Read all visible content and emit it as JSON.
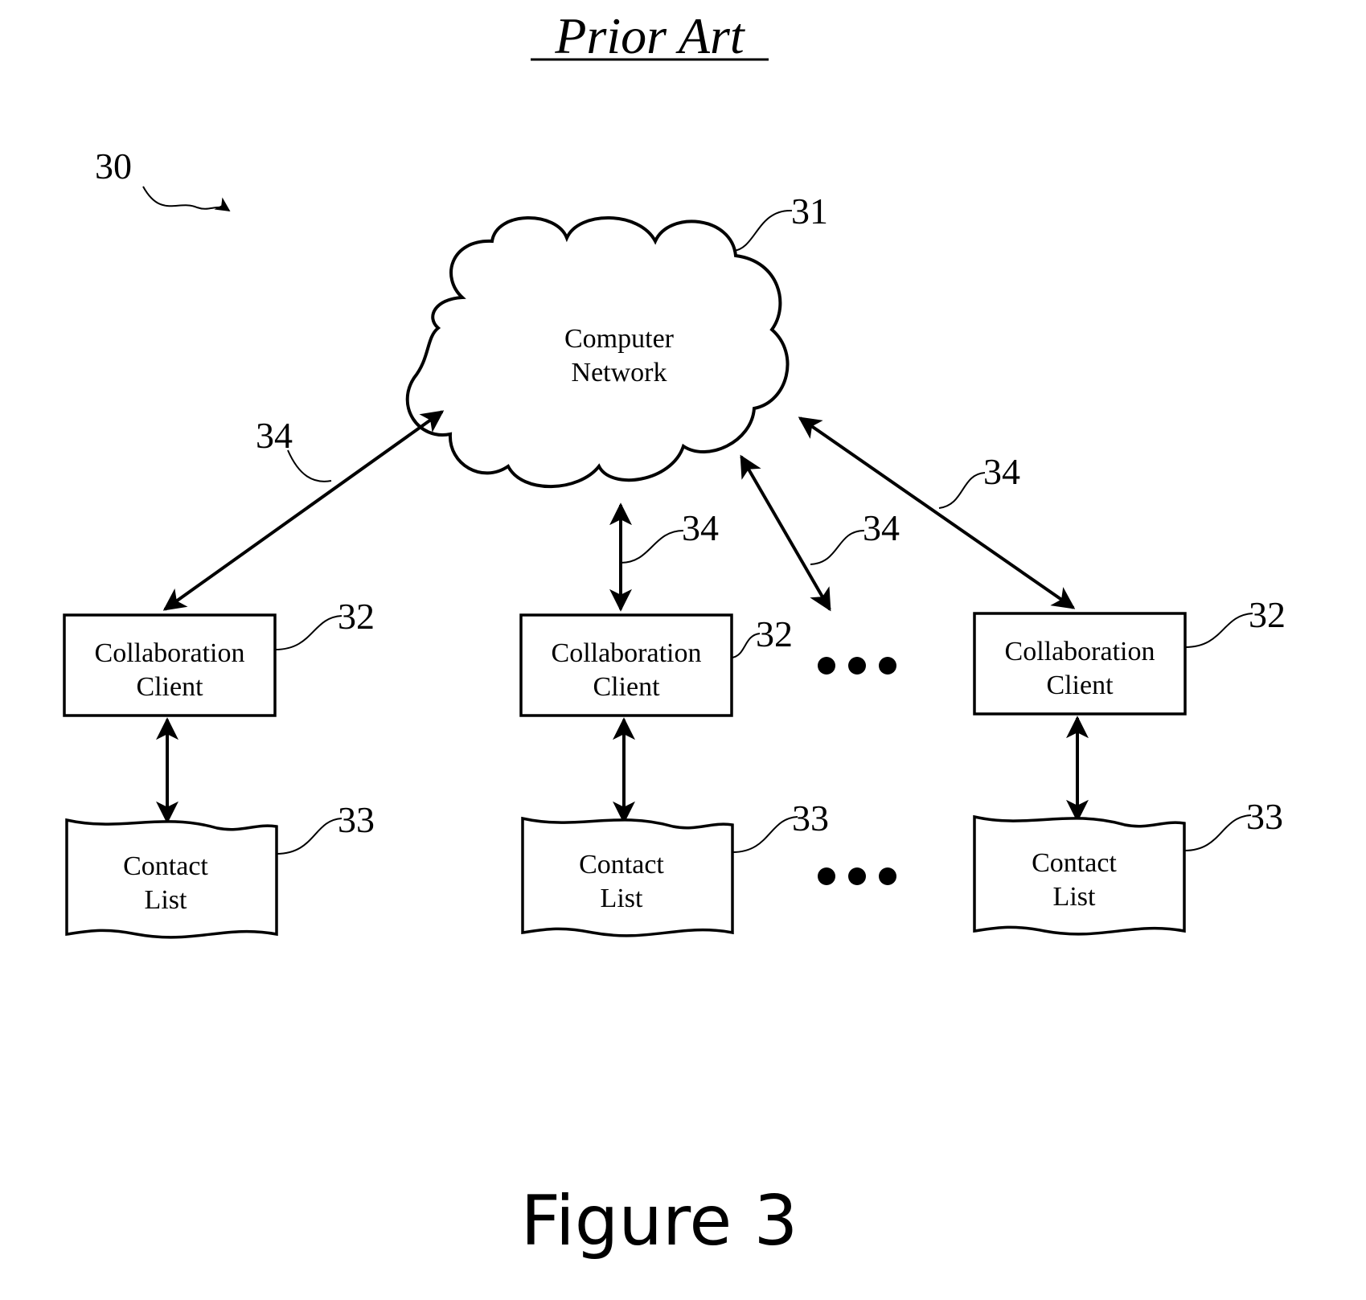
{
  "header": {
    "title": "Prior Art"
  },
  "figure_ref": "30",
  "network": {
    "label_line1": "Computer",
    "label_line2": "Network",
    "ref": "31"
  },
  "clients": [
    {
      "line1": "Collaboration",
      "line2": "Client",
      "ref": "32"
    },
    {
      "line1": "Collaboration",
      "line2": "Client",
      "ref": "32"
    },
    {
      "line1": "Collaboration",
      "line2": "Client",
      "ref": "32"
    }
  ],
  "contact_lists": [
    {
      "line1": "Contact",
      "line2": "List",
      "ref": "33"
    },
    {
      "line1": "Contact",
      "line2": "List",
      "ref": "33"
    },
    {
      "line1": "Contact",
      "line2": "List",
      "ref": "33"
    }
  ],
  "connection_refs": [
    "34",
    "34",
    "34",
    "34"
  ],
  "caption": "Figure 3"
}
